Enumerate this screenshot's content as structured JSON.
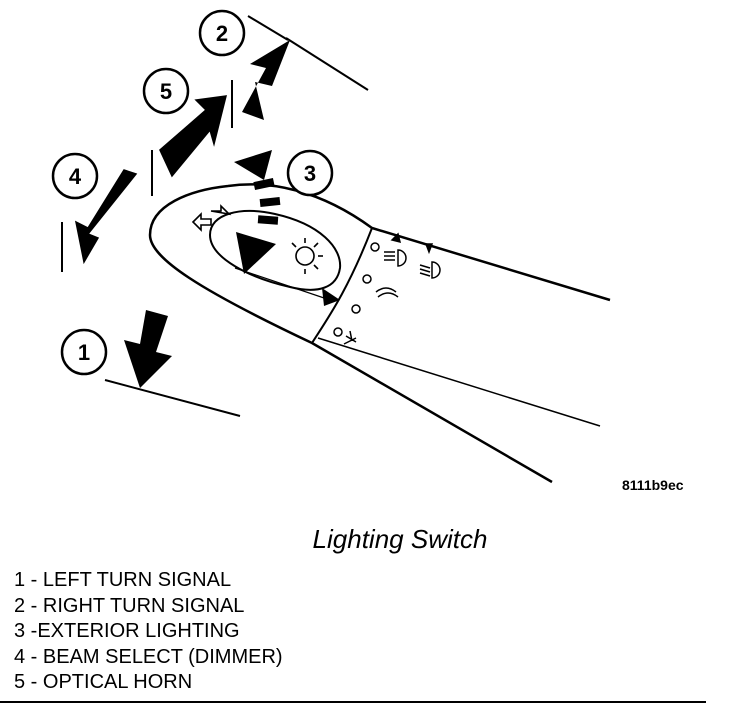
{
  "figure_id": "8111b9ec",
  "caption": "Lighting Switch",
  "callouts": [
    "1",
    "2",
    "3",
    "4",
    "5"
  ],
  "legend": [
    "1 - LEFT TURN SIGNAL",
    "2 - RIGHT TURN SIGNAL",
    "3 -EXTERIOR LIGHTING",
    "4 - BEAM SELECT (DIMMER)",
    "5 - OPTICAL HORN"
  ]
}
